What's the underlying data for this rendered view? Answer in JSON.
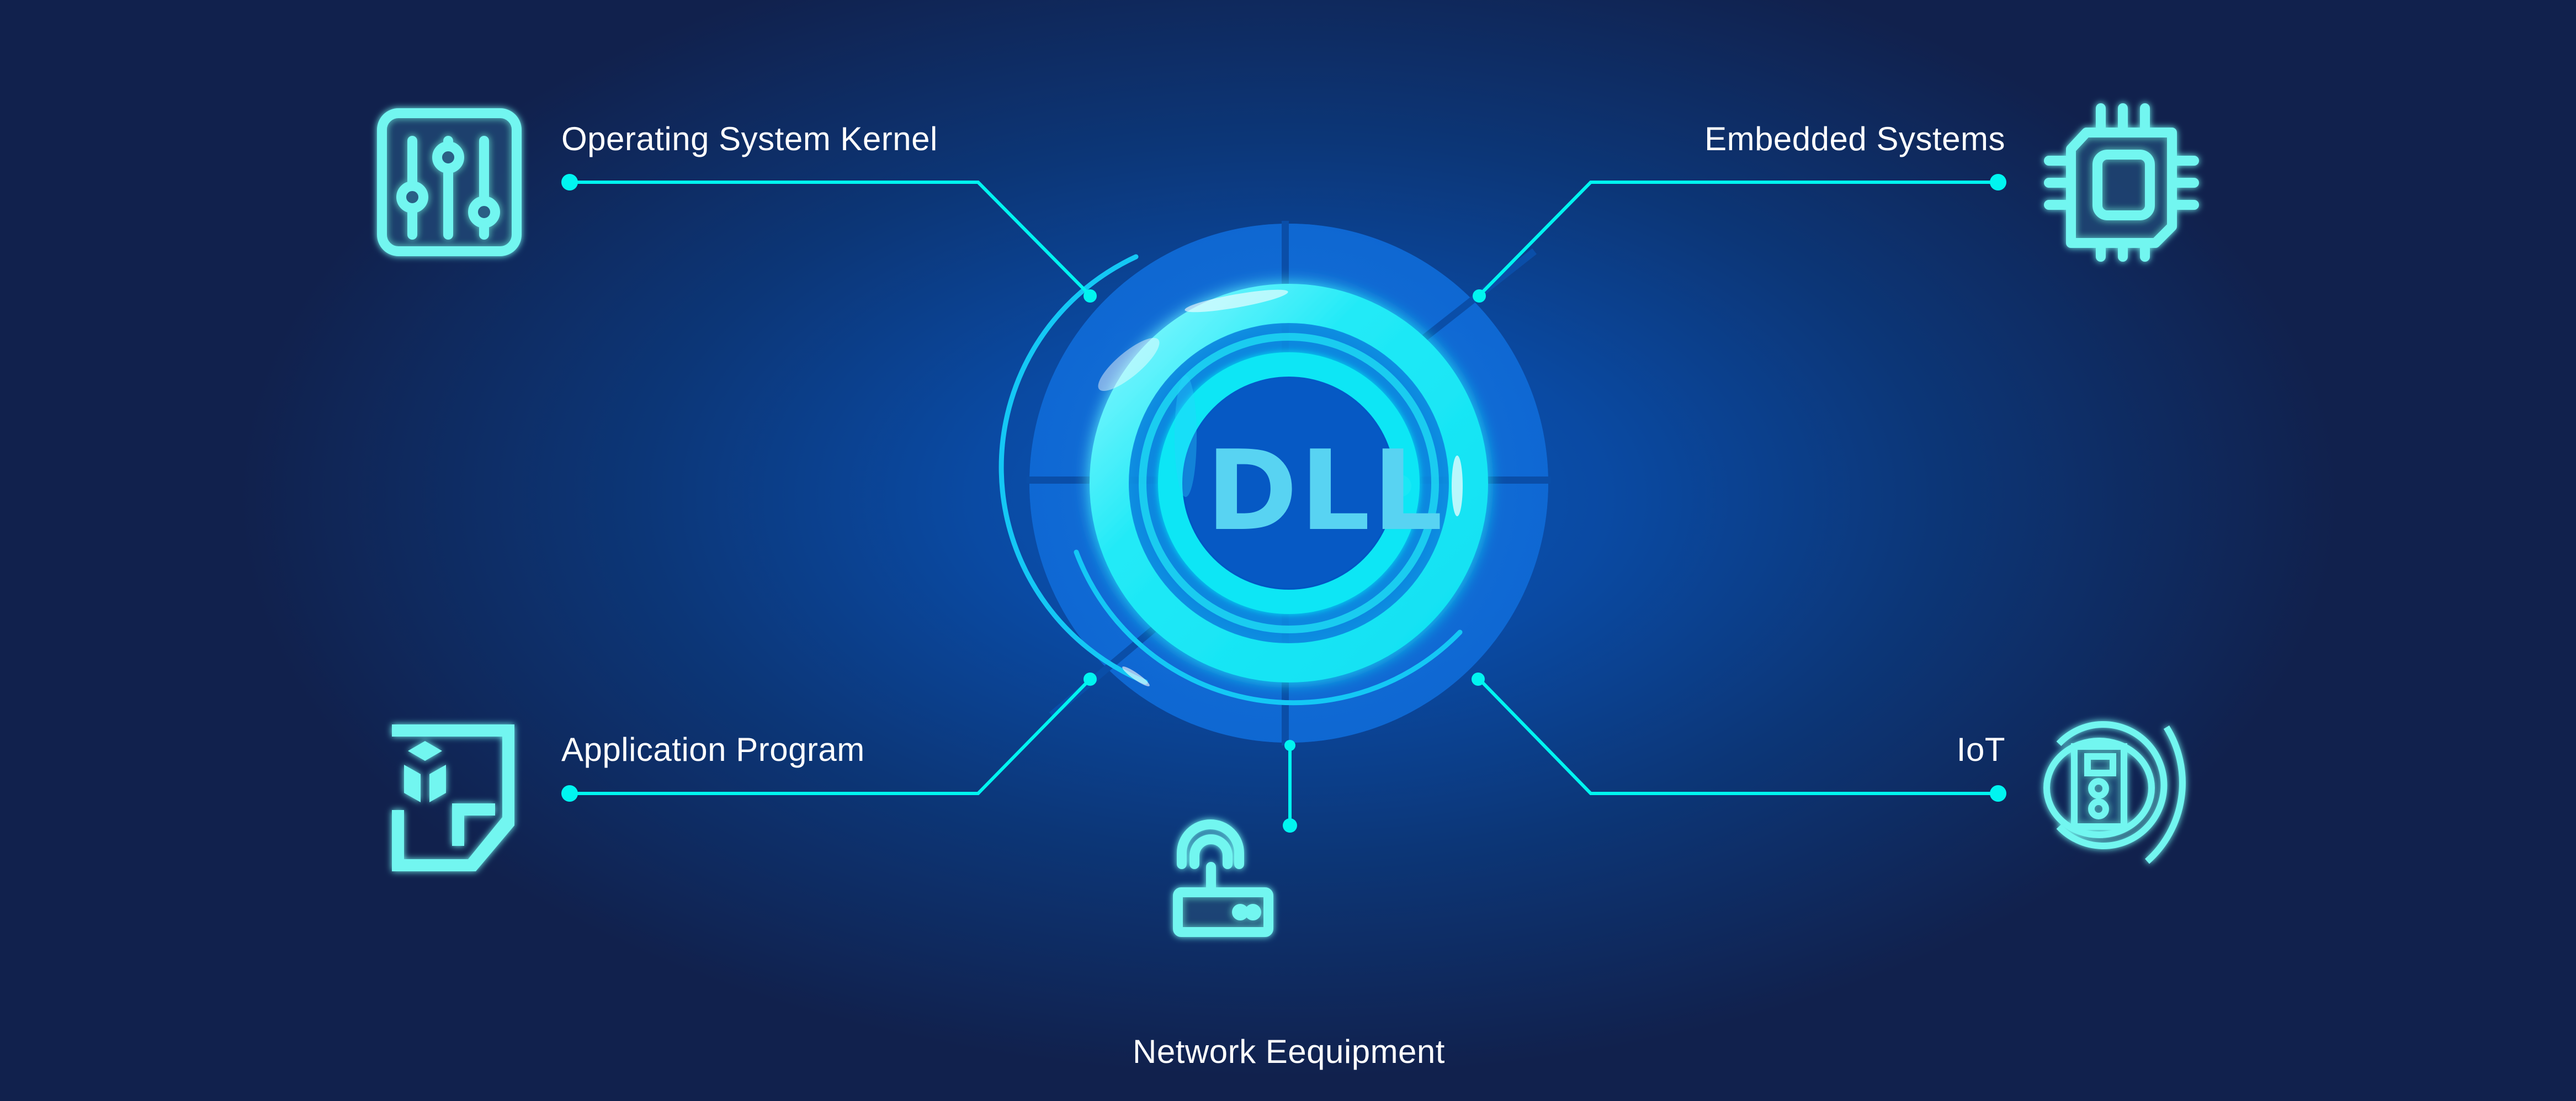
{
  "diagram": {
    "center_label": "DLL",
    "nodes": [
      {
        "id": "os-kernel",
        "label": "Operating System Kernel",
        "icon": "sliders-icon",
        "position": "top-left"
      },
      {
        "id": "embedded",
        "label": "Embedded Systems",
        "icon": "cpu-chip-icon",
        "position": "top-right"
      },
      {
        "id": "application",
        "label": "Application Program",
        "icon": "package-document-icon",
        "position": "bottom-left"
      },
      {
        "id": "iot",
        "label": "IoT",
        "icon": "iot-device-icon",
        "position": "bottom-right"
      },
      {
        "id": "network",
        "label": "Network Eequipment",
        "icon": "router-icon",
        "position": "bottom-center"
      }
    ]
  },
  "colors": {
    "background_dark": "#11204b",
    "background_center": "#0a56b8",
    "accent_cyan": "#00f5f0",
    "icon_cyan": "#72f6f0",
    "dll_text": "#58d3f2",
    "ring_glow": "#1ce8f5",
    "label_text": "#ffffff"
  }
}
